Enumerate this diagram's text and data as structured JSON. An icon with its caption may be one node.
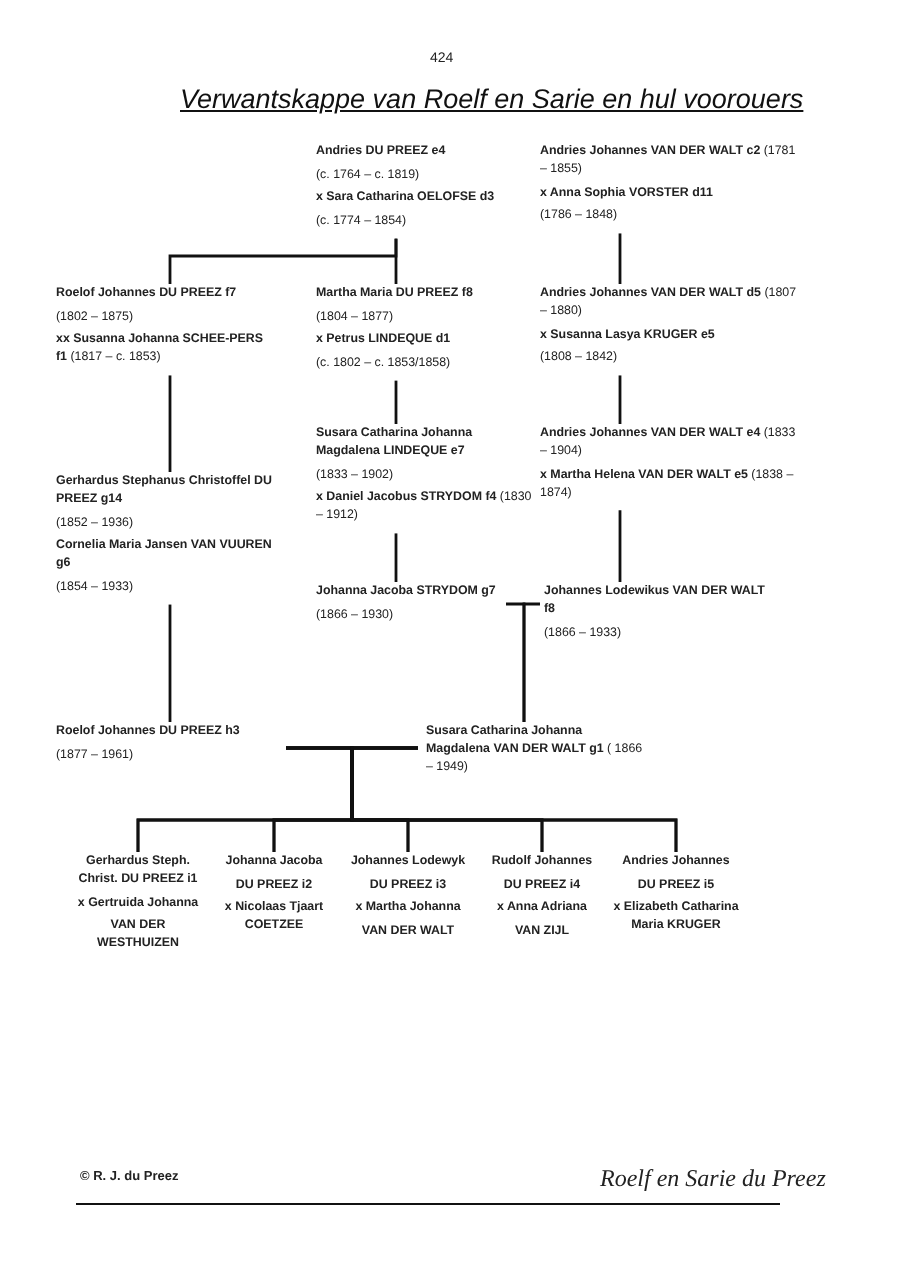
{
  "diagram": {
    "title": "Verwantskappe van Roelf en Sarie en hul voorouers",
    "nodes": [
      {
        "text": [
          "Andries DU PREEZ e4",
          "(c. 1764 – c. 1819)",
          "x Sara Catharina OELOFSE d3",
          "(c. 1774 – 1854)"
        ]
      },
      {
        "text": [
          "**Andries Johannes VAN DER WALT c2** (1781 – 1855)",
          "x Anna Sophia VORSTER d11",
          "(1786 – 1848)"
        ]
      },
      {
        "text": [
          "Roelof Johannes DU PREEZ f7",
          "(1802 – 1875)",
          "**xx Susanna Johanna SCHEE-PERS f1** (1817 – c. 1853)"
        ]
      },
      {
        "text": [
          "Martha Maria DU PREEZ f8",
          "(1804 – 1877)",
          "x Petrus LINDEQUE d1",
          "(c. 1802 – c. 1853/1858)"
        ]
      },
      {
        "text": [
          "**Andries Johannes VAN DER WALT d5** (1807 – 1880)",
          "x Susanna Lasya KRUGER e5",
          "(1808 – 1842)"
        ]
      },
      {
        "text": [
          "Gerhardus Stephanus Christoffel DU PREEZ g14",
          "(1852 – 1936)",
          "Cornelia Maria Jansen VAN VUUREN g6",
          "(1854 – 1933)"
        ]
      },
      {
        "text": [
          "Susara Catharina Johanna Magdalena LINDEQUE e7",
          "(1833 – 1902)",
          "**x Daniel Jacobus STRYDOM f4** (1830 – 1912)"
        ]
      },
      {
        "text": [
          "**Andries Johannes VAN DER WALT e4** (1833 – 1904)",
          "**x Martha Helena VAN DER WALT e5** (1838 – 1874)"
        ]
      },
      {
        "text": [
          "Johanna Jacoba STRYDOM g7",
          "(1866 – 1930)"
        ]
      },
      {
        "text": [
          "Johannes Lodewikus VAN DER WALT f8",
          "(1866 – 1933)"
        ]
      },
      {
        "text": [
          "Roelof Johannes DU PREEZ h3",
          "(1877 – 1961)"
        ]
      },
      {
        "text": [
          "**Susara Catharina Johanna Magdalena VAN DER WALT g1** ( 1866 – 1949)"
        ]
      },
      {
        "text": [
          "Gerhardus Steph. Christ. DU PREEZ i1",
          "x Gertruida Johanna",
          "VAN DER WESTHUIZEN"
        ]
      },
      {
        "text": [
          "Johanna Jacoba",
          "DU PREEZ i2",
          "x Nicolaas Tjaart COETZEE"
        ]
      },
      {
        "text": [
          "Johannes Lodewyk",
          "DU PREEZ i3",
          "x Martha Johanna",
          "VAN DER WALT"
        ]
      },
      {
        "text": [
          "Rudolf Johannes",
          "DU PREEZ i4",
          "x Anna Adriana",
          "VAN ZIJL"
        ]
      },
      {
        "text": [
          "Andries Johannes",
          "DU PREEZ i5",
          "x Elizabeth Catharina Maria KRUGER"
        ]
      }
    ],
    "edges": [
      {
        "from": 0,
        "to": 2,
        "arrow": "none"
      },
      {
        "from": 0,
        "to": 3,
        "arrow": "none"
      },
      {
        "from": 1,
        "to": 4,
        "arrow": "none"
      },
      {
        "from": 2,
        "to": 5,
        "arrow": "none"
      },
      {
        "from": 3,
        "to": 6,
        "arrow": "none"
      },
      {
        "from": 4,
        "to": 7,
        "arrow": "none"
      },
      {
        "from": 5,
        "to": 10,
        "arrow": "none"
      },
      {
        "from": 6,
        "to": 8,
        "arrow": "none"
      },
      {
        "from": 7,
        "to": 9,
        "arrow": "none"
      },
      {
        "from": 8,
        "to": 11,
        "arrow": "none"
      },
      {
        "from": 9,
        "to": 11,
        "arrow": "none"
      },
      {
        "from": 10,
        "to": 12,
        "arrow": "none"
      },
      {
        "from": 10,
        "to": 13,
        "arrow": "none"
      },
      {
        "from": 10,
        "to": 14,
        "arrow": "none"
      },
      {
        "from": 10,
        "to": 15,
        "arrow": "none"
      },
      {
        "from": 10,
        "to": 16,
        "arrow": "none"
      },
      {
        "from": 11,
        "to": 12,
        "arrow": "none"
      },
      {
        "from": 11,
        "to": 13,
        "arrow": "none"
      },
      {
        "from": 11,
        "to": 14,
        "arrow": "none"
      },
      {
        "from": 11,
        "to": 15,
        "arrow": "none"
      },
      {
        "from": 11,
        "to": 16,
        "arrow": "none"
      }
    ],
    "labels": [
      "424",
      "© R. J. du Preez",
      "Roelf en Sarie du Preez"
    ]
  }
}
